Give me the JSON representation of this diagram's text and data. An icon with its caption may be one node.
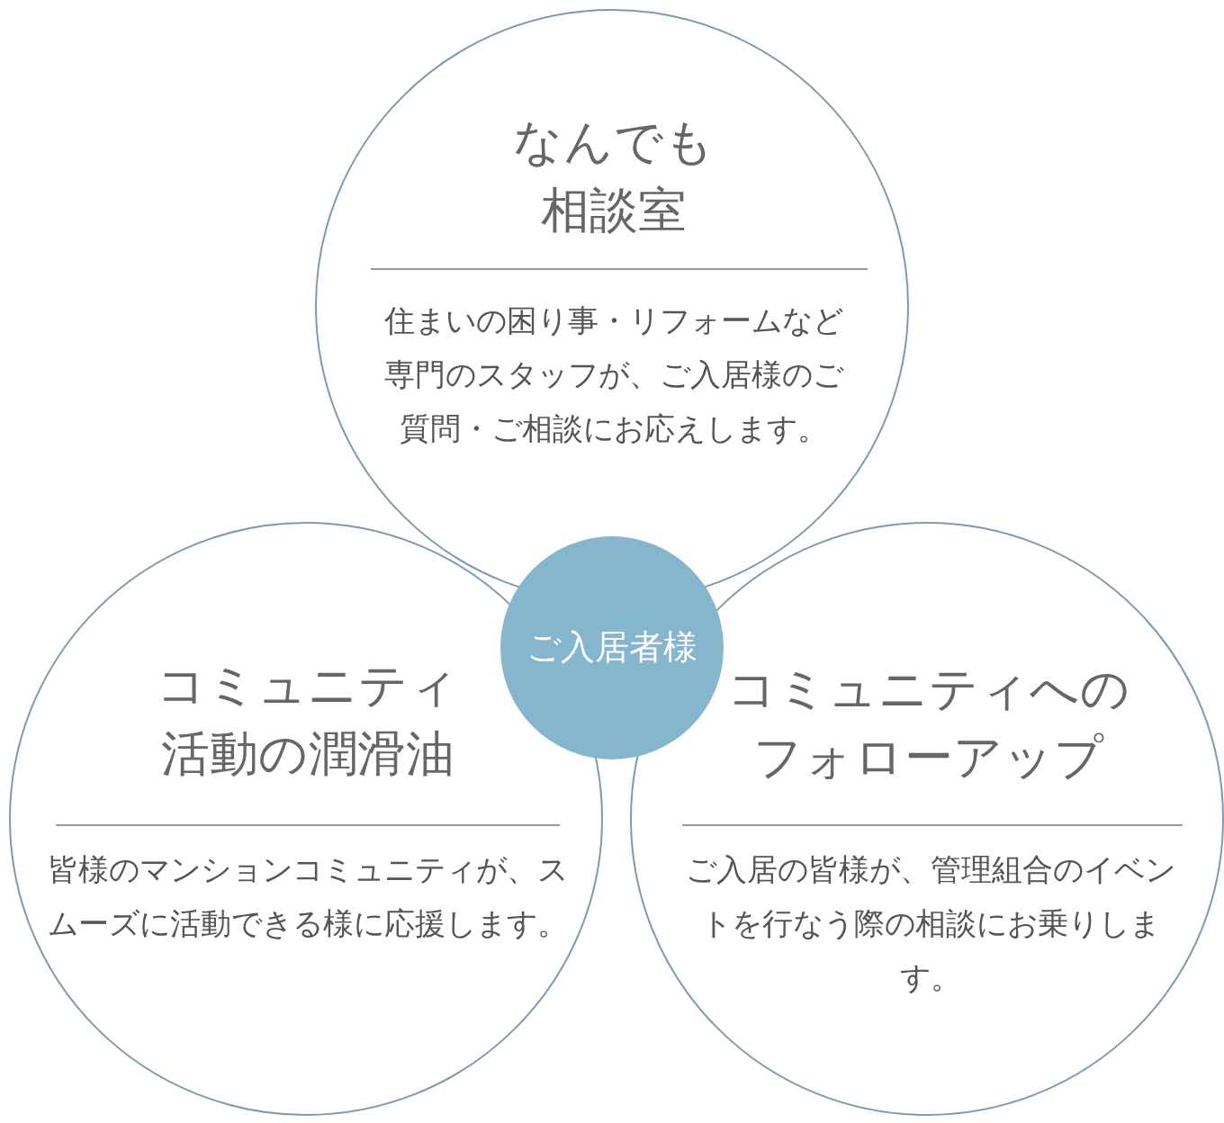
{
  "diagram": {
    "nodes": [
      {
        "text": [
          "なんでも相談室",
          "住まいの困り事・リフォームなど専門のスタッフが、ご入居様のご質問・ご相談にお応えします。"
        ]
      },
      {
        "text": [
          "ご入居者様"
        ]
      },
      {
        "text": [
          "コミュニティ活動の潤滑油",
          "皆様のマンションコミュニティが、スムーズに活動できる様に応援します。"
        ]
      },
      {
        "text": [
          "コミュニティへのフォローアップ",
          "ご入居の皆様が、管理組合のイベントを行なう際の相談にお乗りします。"
        ]
      }
    ]
  }
}
